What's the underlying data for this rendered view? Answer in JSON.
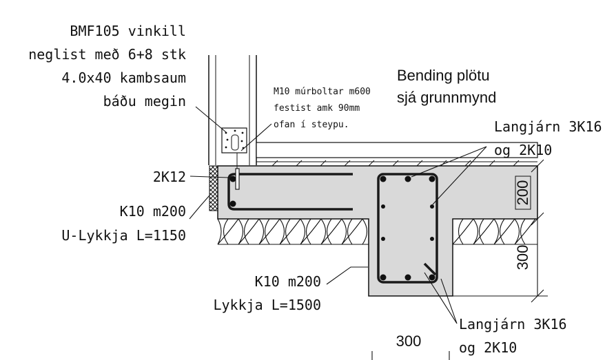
{
  "labels": {
    "bracket_line1": "BMF105 vinkill",
    "bracket_line2": "neglist með 6+8 stk",
    "bracket_line3": "4.0x40 kambsaum",
    "bracket_line4": "báðu megin",
    "bolt_line1": "M10 múrboltar m600",
    "bolt_line2": "festist amk 90mm",
    "bolt_line3": "ofan í steypu.",
    "slab_line1": "Bending plötu",
    "slab_line2": "sjá grunnmynd",
    "long_top_line1": "Langjárn 3K16",
    "long_top_line2": "og 2K10",
    "bar_2k12": "2K12",
    "stirrup_u_line1": "K10 m200",
    "stirrup_u_line2": "U-Lykkja L=1150",
    "stirrup_line1": "K10 m200",
    "stirrup_line2": "Lykkja L=1500",
    "long_bottom_line1": "Langjárn 3K16",
    "long_bottom_line2": "og 2K10"
  },
  "dimensions": {
    "slab_thickness": "200",
    "beam_depth": "300",
    "beam_width": "300"
  },
  "colors": {
    "concrete": "#d9d9d9",
    "ink": "#111111",
    "rebar": "#1a1a1a"
  }
}
